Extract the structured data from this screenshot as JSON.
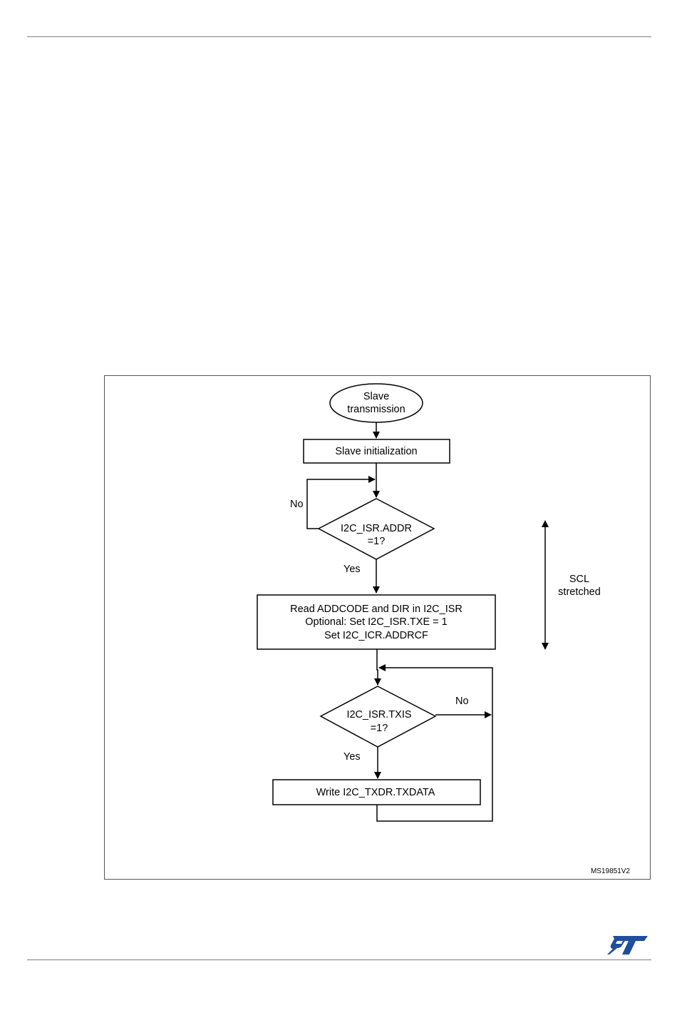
{
  "diagram": {
    "start": {
      "line1": "Slave",
      "line2": "transmission"
    },
    "init": "Slave initialization",
    "decision_addr": {
      "line1": "I2C_ISR.ADDR",
      "line2": "=1?"
    },
    "read_box": {
      "line1": "Read ADDCODE and DIR in I2C_ISR",
      "line2": "Optional: Set I2C_ISR.TXE = 1",
      "line3": "Set I2C_ICR.ADDRCF"
    },
    "decision_txis": {
      "line1": "I2C_ISR.TXIS",
      "line2": "=1?"
    },
    "write_box": "Write I2C_TXDR.TXDATA",
    "labels": {
      "no": "No",
      "yes": "Yes"
    },
    "scl": {
      "line1": "SCL",
      "line2": "stretched"
    },
    "figure_code": "MS19851V2"
  },
  "colors": {
    "logo": "#1f4f9c",
    "rule": "#7f7f7f"
  },
  "icons": {
    "logo": "st-logo"
  }
}
